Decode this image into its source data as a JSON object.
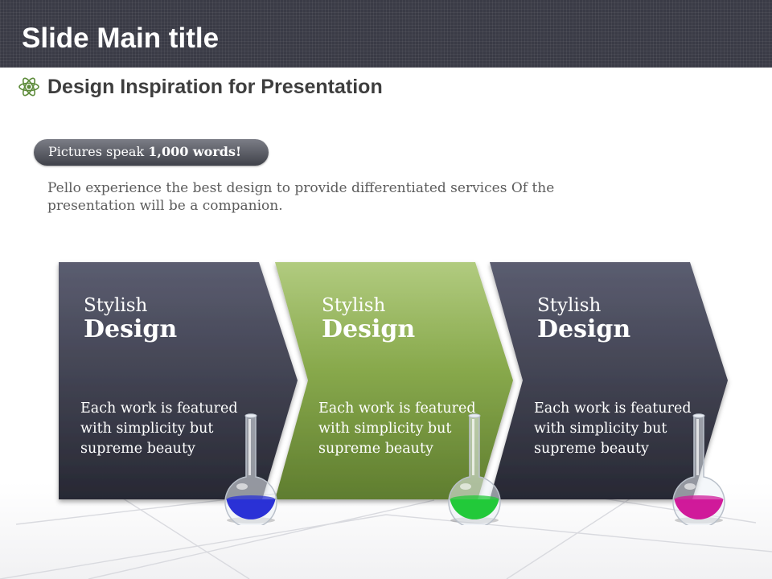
{
  "slide": {
    "title": "Slide Main title",
    "subtitle": "Design Inspiration for Presentation",
    "pill": {
      "text_regular": "Pictures speak ",
      "text_bold": "1,000 words!"
    },
    "description": "Pello experience the best design to provide differentiated services Of the presentation will be a companion."
  },
  "cards": [
    {
      "title_line1": "Stylish",
      "title_line2": "Design",
      "body": "Each work is featured with simplicity but supreme beauty",
      "color": "#3b3c49",
      "flask_liquid": "#2a31d6"
    },
    {
      "title_line1": "Stylish",
      "title_line2": "Design",
      "body": "Each work is featured with simplicity but supreme beauty",
      "color": "#7f9f43",
      "flask_liquid": "#22c93a"
    },
    {
      "title_line1": "Stylish",
      "title_line2": "Design",
      "body": "Each work is featured with simplicity but supreme beauty",
      "color": "#3b3c49",
      "flask_liquid": "#d01a9a"
    }
  ],
  "icons": {
    "title_icon": "atom-icon",
    "card_icon": "flask-icon"
  }
}
